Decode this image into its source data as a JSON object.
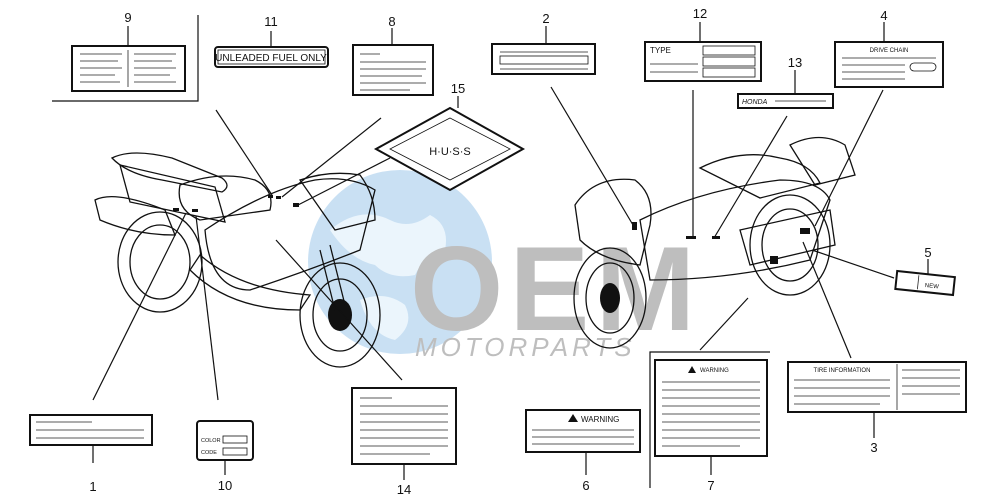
{
  "watermark": {
    "brand": "OEM",
    "subtitle": "MOTORPARTS"
  },
  "callouts": [
    "1",
    "2",
    "3",
    "4",
    "5",
    "6",
    "7",
    "8",
    "9",
    "10",
    "11",
    "12",
    "13",
    "14",
    "15"
  ],
  "labels": {
    "fuel_label_text": "UNLEADED FUEL ONLY",
    "type_text": "TYPE",
    "drive_chain_text": "DRIVE CHAIN",
    "honda_text": "HONDA",
    "new_text": "NEW",
    "tire_info_text": "TIRE INFORMATION",
    "warning_text": "WARNING",
    "color_text": "COLOR",
    "code_text": "CODE"
  }
}
